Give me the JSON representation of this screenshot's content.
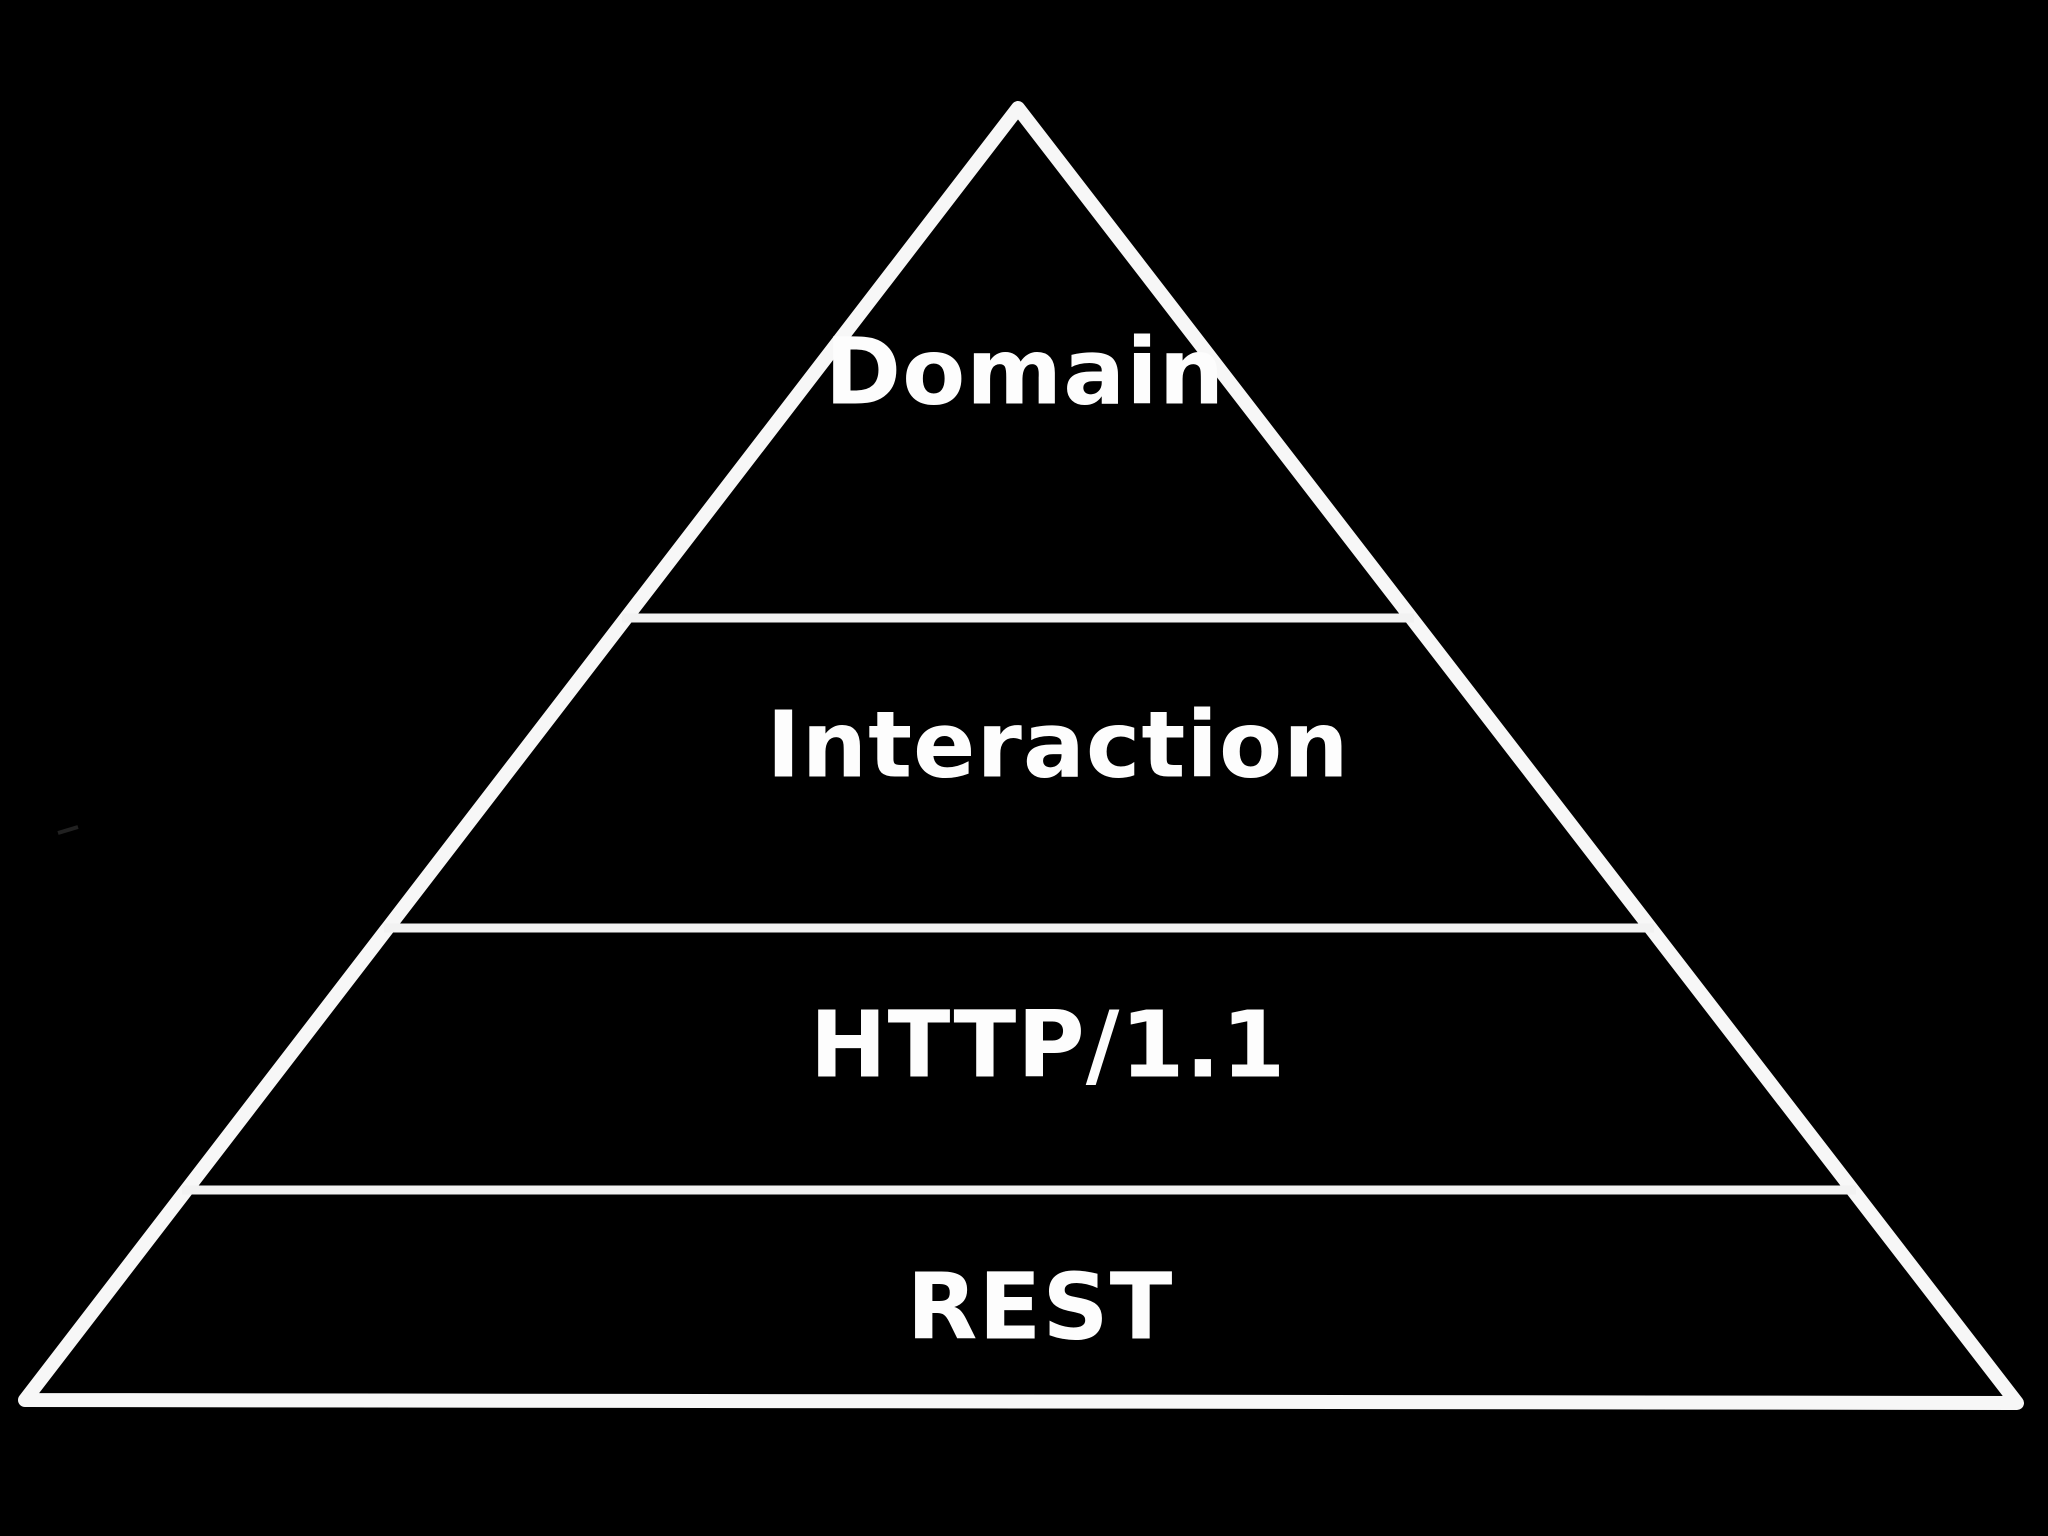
{
  "diagram": {
    "type": "pyramid",
    "levels": [
      {
        "label": "Domain"
      },
      {
        "label": "Interaction"
      },
      {
        "label": "HTTP/1.1"
      },
      {
        "label": "REST"
      }
    ],
    "colors": {
      "background": "#000000",
      "outline": "#f7f7f7",
      "divider": "#f2f2f2",
      "text": "#fdfdfd"
    }
  }
}
